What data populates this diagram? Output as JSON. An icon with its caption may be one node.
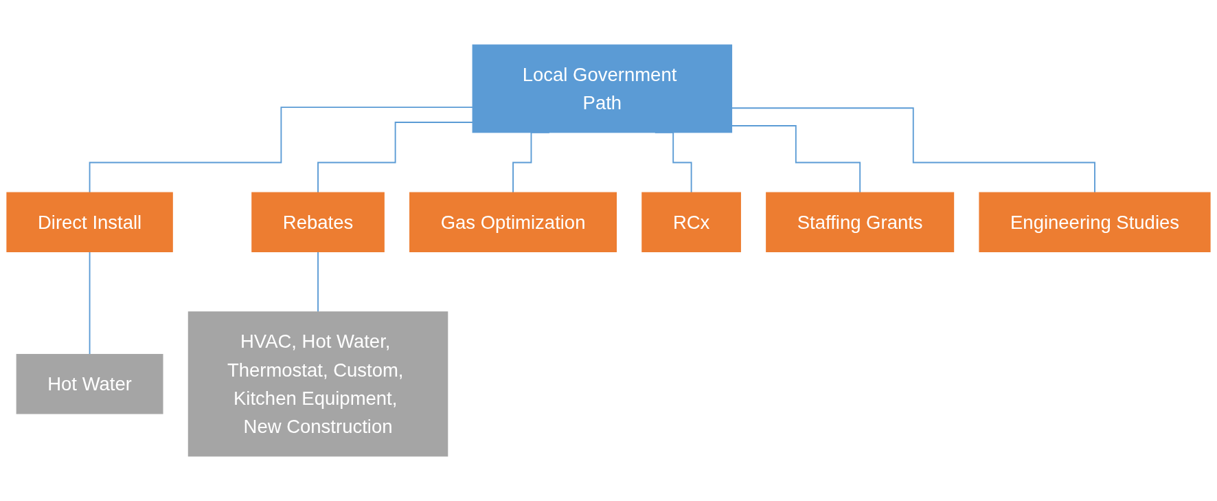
{
  "diagram": {
    "nodes": [
      {
        "text": [
          "Local Government Path"
        ]
      },
      {
        "text": [
          "Direct Install"
        ]
      },
      {
        "text": [
          "Rebates"
        ]
      },
      {
        "text": [
          "Gas Optimization"
        ]
      },
      {
        "text": [
          "RCx"
        ]
      },
      {
        "text": [
          "Staffing Grants"
        ]
      },
      {
        "text": [
          "Engineering Studies"
        ]
      },
      {
        "text": [
          "Hot Water"
        ]
      },
      {
        "text": [
          "HVAC, Hot Water, Thermostat, Custom, Kitchen Equipment, New Construction"
        ]
      }
    ],
    "edges": [
      {
        "from": 0,
        "to": 1,
        "arrow": "none"
      },
      {
        "from": 0,
        "to": 2,
        "arrow": "none"
      },
      {
        "from": 0,
        "to": 3,
        "arrow": "none"
      },
      {
        "from": 0,
        "to": 4,
        "arrow": "none"
      },
      {
        "from": 0,
        "to": 5,
        "arrow": "none"
      },
      {
        "from": 0,
        "to": 6,
        "arrow": "none"
      },
      {
        "from": 1,
        "to": 7,
        "arrow": "none"
      },
      {
        "from": 2,
        "to": 8,
        "arrow": "none"
      }
    ]
  }
}
